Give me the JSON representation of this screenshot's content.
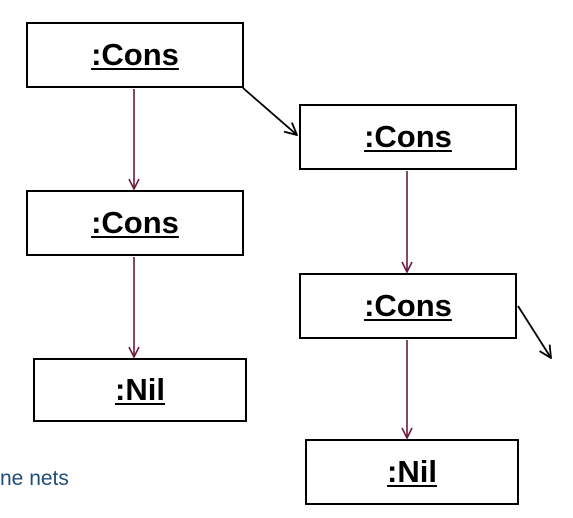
{
  "diagram": {
    "nodes": [
      {
        "id": "cons-1",
        "label": ":Cons"
      },
      {
        "id": "cons-2",
        "label": ":Cons"
      },
      {
        "id": "cons-3",
        "label": ":Cons"
      },
      {
        "id": "cons-4",
        "label": ":Cons"
      },
      {
        "id": "nil-1",
        "label": ":Nil"
      },
      {
        "id": "nil-2",
        "label": ":Nil"
      }
    ],
    "edges": [
      {
        "from": "cons-1",
        "to": "cons-3",
        "color": "#6b1a3e"
      },
      {
        "from": "cons-3",
        "to": "nil-1",
        "color": "#6b1a3e"
      },
      {
        "from": "cons-1",
        "to": "cons-2",
        "color": "#000000"
      },
      {
        "from": "cons-2",
        "to": "cons-4",
        "color": "#6b1a3e"
      },
      {
        "from": "cons-4",
        "to": "nil-2",
        "color": "#6b1a3e"
      },
      {
        "from": "cons-4",
        "to": "off-page",
        "color": "#000000"
      }
    ],
    "caption": "ne nets"
  },
  "colors": {
    "head_edge": "#6b1a3e",
    "tail_edge": "#000000",
    "caption": "#1f4e79"
  }
}
